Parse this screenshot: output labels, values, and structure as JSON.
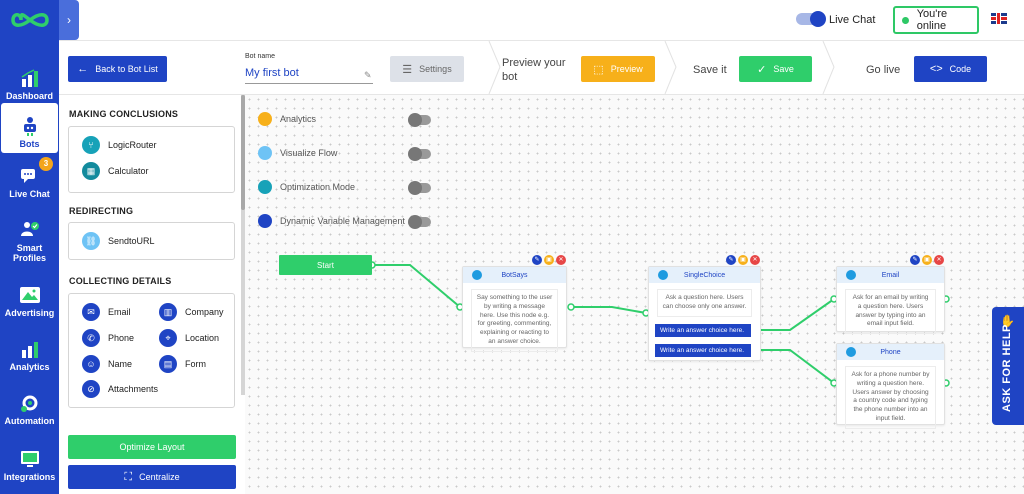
{
  "sidebar": {
    "items": [
      {
        "label": "Dashboard",
        "icon": "bar-chart-icon"
      },
      {
        "label": "Bots",
        "icon": "bot-icon",
        "active": true
      },
      {
        "label": "Live Chat",
        "icon": "chat-icon",
        "badge": "3"
      },
      {
        "label": "Smart Profiles",
        "icon": "users-icon"
      },
      {
        "label": "Advertising",
        "icon": "mountain-image-icon"
      },
      {
        "label": "Analytics",
        "icon": "analytics-icon"
      },
      {
        "label": "Automation",
        "icon": "automation-gear-icon"
      },
      {
        "label": "Integrations",
        "icon": "monitor-icon"
      }
    ]
  },
  "topbar": {
    "live_chat_label": "Live Chat",
    "online_status": "You're online",
    "language_flag": "uk-flag-icon"
  },
  "toolbar": {
    "back_label": "Back to Bot List",
    "bot_name_label": "Bot name",
    "bot_name_value": "My first bot",
    "settings_label": "Settings",
    "preview_step": "Preview your bot",
    "preview_label": "Preview",
    "save_step": "Save it",
    "save_label": "Save",
    "golive_step": "Go live",
    "code_label": "Code"
  },
  "panel": {
    "sections": [
      {
        "title": "MAKING CONCLUSIONS",
        "items": [
          "LogicRouter",
          "Calculator"
        ]
      },
      {
        "title": "REDIRECTING",
        "items": [
          "SendtoURL"
        ]
      },
      {
        "title": "COLLECTING DETAILS",
        "items": [
          "Email",
          "Company",
          "Phone",
          "Location",
          "Name",
          "Form",
          "Attachments"
        ]
      }
    ],
    "optimize_label": "Optimize Layout",
    "centralize_label": "Centralize"
  },
  "canvas_options": [
    {
      "label": "Analytics",
      "color": "#f7b01a",
      "enabled": false
    },
    {
      "label": "Visualize Flow",
      "color": "#6ec3f5",
      "enabled": false
    },
    {
      "label": "Optimization Mode",
      "color": "#17a2b8",
      "enabled": false
    },
    {
      "label": "Dynamic Variable Management",
      "color": "#1f44c4",
      "enabled": false
    }
  ],
  "flow": {
    "start_label": "Start",
    "nodes": {
      "botsays": {
        "title": "BotSays",
        "text": "Say something to the user by writing a message here. Use this node e.g. for greeting, commenting, explaining or reacting to an answer choice."
      },
      "singlechoice": {
        "title": "SingleChoice",
        "text": "Ask a question here. Users can choose only one answer.",
        "choices": [
          "Write an answer choice here.",
          "Write an answer choice here."
        ]
      },
      "email": {
        "title": "Email",
        "text": "Ask for an email by writing a question here. Users answer by typing into an email input field."
      },
      "phone": {
        "title": "Phone",
        "text": "Ask for a phone number by writing a question here. Users answer by choosing a country code and typing the phone number into an input field."
      }
    }
  },
  "help": {
    "label": "ASK FOR HELP"
  },
  "colors": {
    "primary": "#1f44c4",
    "green": "#2fce6b",
    "orange": "#f7b01a",
    "red": "#e74646"
  }
}
